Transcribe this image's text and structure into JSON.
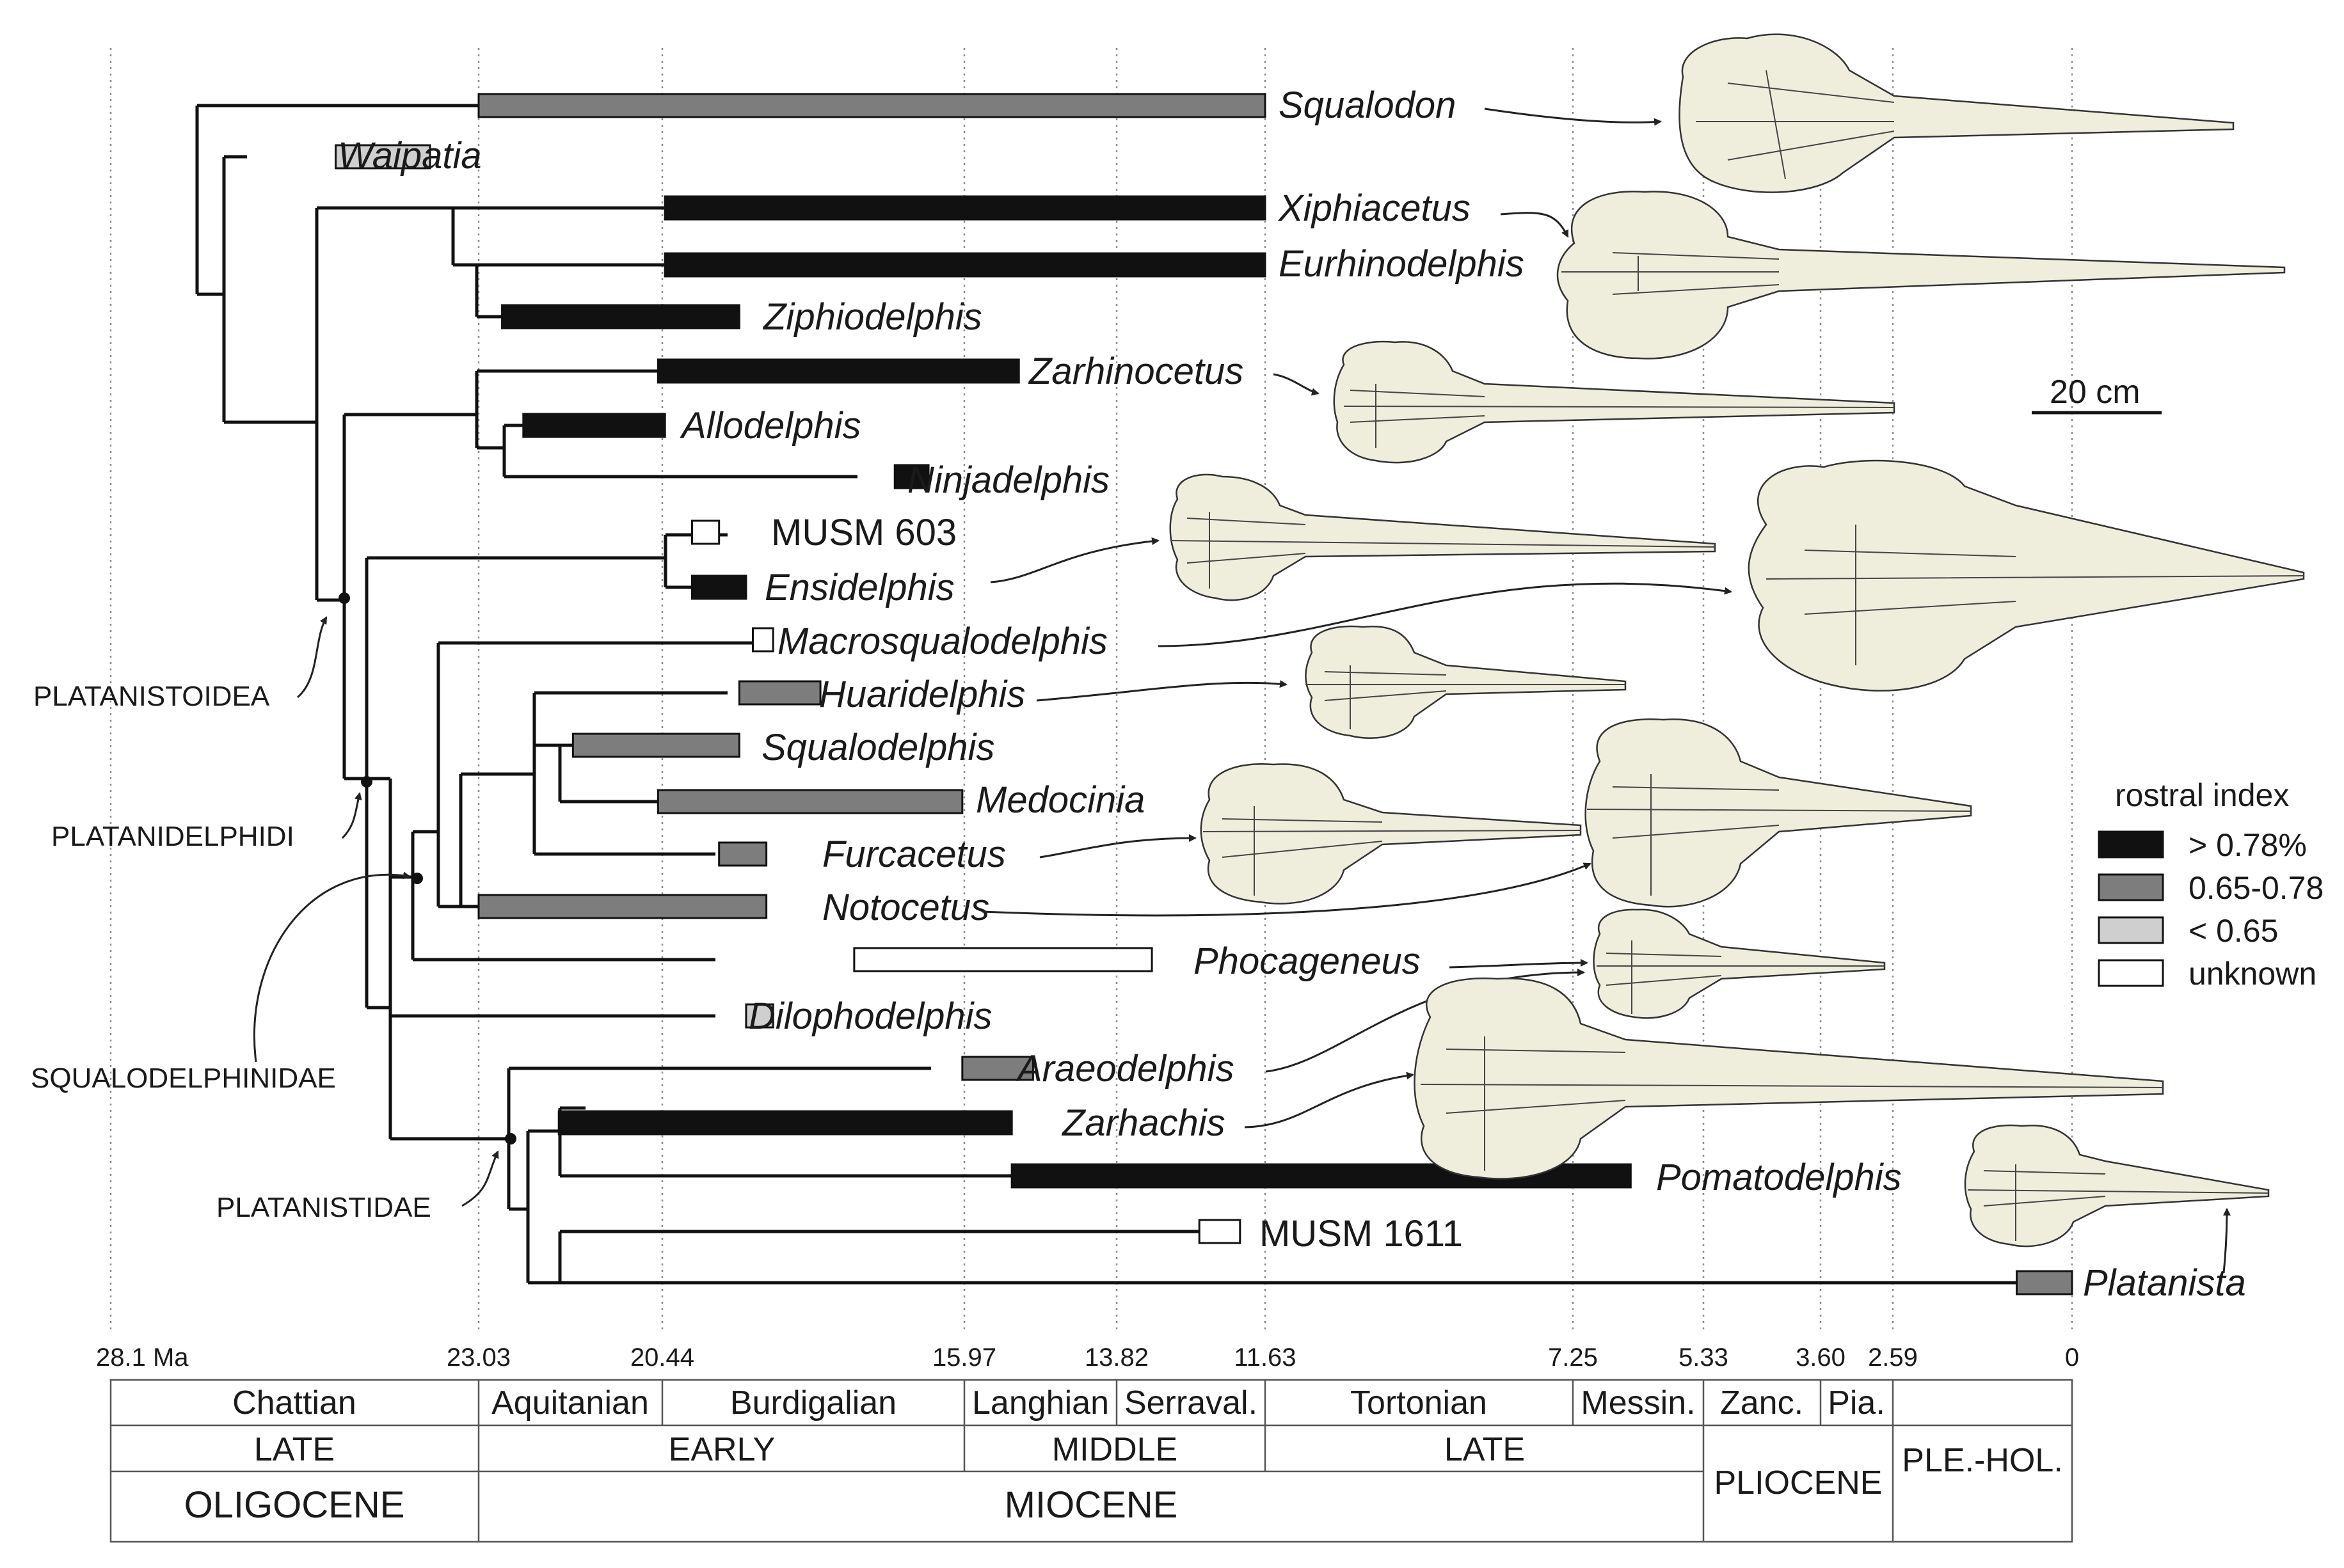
{
  "time_axis": {
    "ticks": [
      {
        "value": 28.1,
        "label": "28.1 Ma"
      },
      {
        "value": 23.03,
        "label": "23.03"
      },
      {
        "value": 20.44,
        "label": "20.44"
      },
      {
        "value": 15.97,
        "label": "15.97"
      },
      {
        "value": 13.82,
        "label": "13.82"
      },
      {
        "value": 11.63,
        "label": "11.63"
      },
      {
        "value": 7.25,
        "label": "7.25"
      },
      {
        "value": 5.33,
        "label": "5.33"
      },
      {
        "value": 3.6,
        "label": "3.60"
      },
      {
        "value": 2.59,
        "label": "2.59"
      },
      {
        "value": 0,
        "label": "0"
      }
    ]
  },
  "taxa": [
    {
      "id": "squalodon",
      "name": "Squalodon",
      "italic": true,
      "range_ma": [
        23.03,
        11.63
      ],
      "rostral_index": "0.65-0.78"
    },
    {
      "id": "waipatia",
      "name": "Waipatia",
      "italic": true,
      "range_ma": [
        25.0,
        23.7
      ],
      "rostral_index": "< 0.65"
    },
    {
      "id": "xiphiacetus",
      "name": "Xiphiacetus",
      "italic": true,
      "range_ma": [
        20.4,
        11.63
      ],
      "rostral_index": "> 0.78%"
    },
    {
      "id": "eurhinodelphis",
      "name": "Eurhinodelphis",
      "italic": true,
      "range_ma": [
        20.4,
        11.63
      ],
      "rostral_index": "> 0.78%"
    },
    {
      "id": "ziphiodelphis",
      "name": "Ziphiodelphis",
      "italic": true,
      "range_ma": [
        22.7,
        19.3
      ],
      "rostral_index": "> 0.78%"
    },
    {
      "id": "zarhinocetus",
      "name": "Zarhinocetus",
      "italic": true,
      "range_ma": [
        20.5,
        15.2
      ],
      "rostral_index": "> 0.78%"
    },
    {
      "id": "allodelphis",
      "name": "Allodelphis",
      "italic": true,
      "range_ma": [
        22.4,
        20.4
      ],
      "rostral_index": "> 0.78%"
    },
    {
      "id": "ninjadelphis",
      "name": "Ninjadelphis",
      "italic": true,
      "range_ma": [
        17.0,
        16.5
      ],
      "rostral_index": "> 0.78%"
    },
    {
      "id": "musm603",
      "name": "MUSM 603",
      "italic": false,
      "range_ma": [
        20.0,
        19.6
      ],
      "rostral_index": "unknown"
    },
    {
      "id": "ensidelphis",
      "name": "Ensidelphis",
      "italic": true,
      "range_ma": [
        20.0,
        19.2
      ],
      "rostral_index": "> 0.78%"
    },
    {
      "id": "macrosqualodelphis",
      "name": "Macrosqualodelphis",
      "italic": true,
      "range_ma": [
        19.1,
        18.8
      ],
      "rostral_index": "unknown"
    },
    {
      "id": "huaridelphis",
      "name": "Huaridelphis",
      "italic": true,
      "range_ma": [
        19.3,
        18.1
      ],
      "rostral_index": "0.65-0.78"
    },
    {
      "id": "squalodelphis",
      "name": "Squalodelphis",
      "italic": true,
      "range_ma": [
        21.7,
        19.3
      ],
      "rostral_index": "0.65-0.78"
    },
    {
      "id": "medocinia",
      "name": "Medocinia",
      "italic": true,
      "range_ma": [
        20.5,
        16.0
      ],
      "rostral_index": "0.65-0.78"
    },
    {
      "id": "furcacetus",
      "name": "Furcacetus",
      "italic": true,
      "range_ma": [
        19.6,
        18.9
      ],
      "rostral_index": "0.65-0.78"
    },
    {
      "id": "notocetus",
      "name": "Notocetus",
      "italic": true,
      "range_ma": [
        23.03,
        18.9
      ],
      "rostral_index": "0.65-0.78"
    },
    {
      "id": "phocageneus",
      "name": "Phocageneus",
      "italic": true,
      "range_ma": [
        17.6,
        13.3
      ],
      "rostral_index": "unknown"
    },
    {
      "id": "dilophodelphis",
      "name": "Dilophodelphis",
      "italic": true,
      "range_ma": [
        19.2,
        18.8
      ],
      "rostral_index": "< 0.65"
    },
    {
      "id": "araeodelphis",
      "name": "Araeodelphis",
      "italic": true,
      "range_ma": [
        16.0,
        15.0
      ],
      "rostral_index": "0.65-0.78"
    },
    {
      "id": "zarhachis",
      "name": "Zarhachis",
      "italic": true,
      "range_ma": [
        21.9,
        15.3
      ],
      "rostral_index": "> 0.78%"
    },
    {
      "id": "pomatodelphis",
      "name": "Pomatodelphis",
      "italic": true,
      "range_ma": [
        15.3,
        6.4
      ],
      "rostral_index": "> 0.78%"
    },
    {
      "id": "musm1611",
      "name": "MUSM 1611",
      "italic": false,
      "range_ma": [
        12.6,
        12.0
      ],
      "rostral_index": "unknown"
    },
    {
      "id": "platanista",
      "name": "Platanista",
      "italic": true,
      "range_ma": [
        0.8,
        0
      ],
      "rostral_index": "0.65-0.78"
    }
  ],
  "clades": [
    {
      "id": "platanistoidea",
      "label": "PLATANISTOIDEA"
    },
    {
      "id": "platanidelphidi",
      "label": "PLATANIDELPHIDI"
    },
    {
      "id": "squalodelphinidae",
      "label": "SQUALODELPHINIDAE"
    },
    {
      "id": "platanistidae",
      "label": "PLATANISTIDAE"
    }
  ],
  "scale_bar": {
    "label": "20 cm"
  },
  "legend": {
    "title": "rostral index",
    "items": [
      {
        "label": "> 0.78%",
        "color": "#111111"
      },
      {
        "label": "0.65-0.78",
        "color": "#7d7d7d"
      },
      {
        "label": "< 0.65",
        "color": "#cfcfcf"
      },
      {
        "label": "unknown",
        "color": "#ffffff"
      }
    ]
  },
  "chronostrat": {
    "stages": [
      "Chattian",
      "Aquitanian",
      "Burdigalian",
      "Langhian",
      "Serraval.",
      "Tortonian",
      "Messin.",
      "Zanc.",
      "Pia."
    ],
    "subepochs": [
      "LATE",
      "EARLY",
      "MIDDLE",
      "LATE"
    ],
    "epochs": [
      "OLIGOCENE",
      "MIOCENE",
      "PLIOCENE",
      "PLE.-HOL."
    ]
  },
  "colors": {
    "skull_fill": "#efeedd",
    "line": "#111111"
  }
}
